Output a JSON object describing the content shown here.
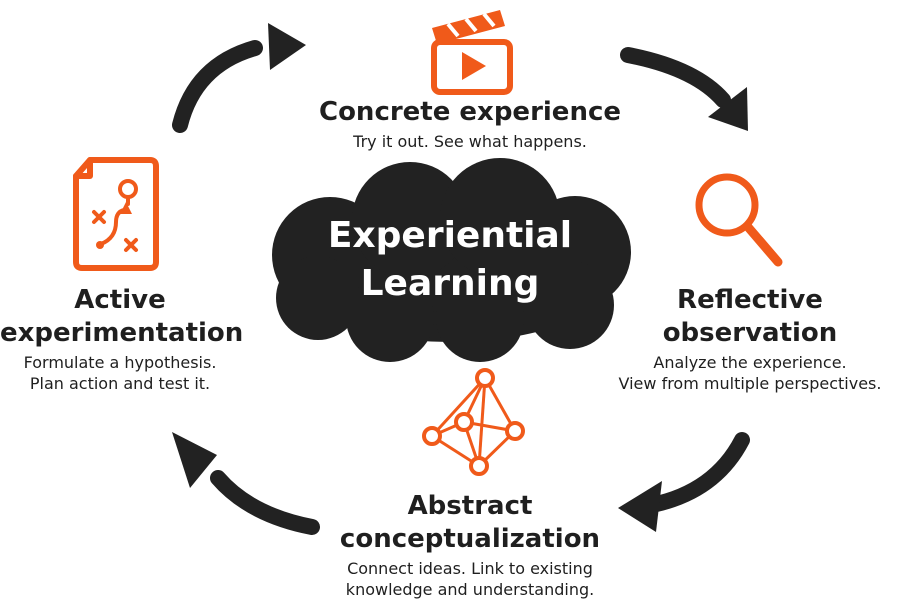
{
  "center": {
    "line1": "Experiential",
    "line2": "Learning"
  },
  "stages": {
    "concrete": {
      "title": "Concrete experience",
      "desc1": "Try it out. See what happens."
    },
    "reflective": {
      "title1": "Reflective",
      "title2": "observation",
      "desc1": "Analyze the experience.",
      "desc2": "View from multiple perspectives."
    },
    "abstract": {
      "title1": "Abstract",
      "title2": "conceptualization",
      "desc1": "Connect ideas. Link to existing",
      "desc2": "knowledge and understanding."
    },
    "active": {
      "title1": "Active",
      "title2": "experimentation",
      "desc1": "Formulate a hypothesis.",
      "desc2": "Plan action and test it."
    }
  },
  "colors": {
    "accent": "#f05a1a",
    "dark": "#222222",
    "text": "#1f1f1f",
    "background": "#ffffff"
  },
  "icons": {
    "concrete": "clapperboard-icon",
    "reflective": "magnifier-icon",
    "abstract": "network-polyhedron-icon",
    "active": "strategy-plan-document-icon"
  }
}
